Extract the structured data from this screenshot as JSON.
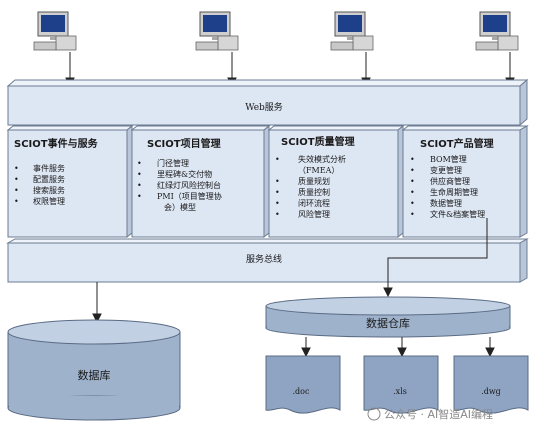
{
  "web_service_label": "Web服务",
  "service_bus_label": "服务总线",
  "modules": [
    {
      "title": "SCIOT事件与服务",
      "items": [
        "事件服务",
        "配置服务",
        "搜索服务",
        "权限管理"
      ]
    },
    {
      "title": "SCIOT项目管理",
      "items": [
        "门径管理",
        "里程碑&交付物",
        "红绿灯风险控制台",
        "PMI（项目管理协",
        "会）模型"
      ]
    },
    {
      "title": "SCIOT质量管理",
      "items": [
        "失效模式分析",
        "（FMEA）",
        "质量规划",
        "质量控制",
        "闭环流程",
        "风险管理"
      ]
    },
    {
      "title": "SCIOT产品管理",
      "items": [
        "BOM管理",
        "变更管理",
        "供应商管理",
        "生命周期管理",
        "数据管理",
        "文件&档案管理"
      ]
    }
  ],
  "database_label": "数据库",
  "warehouse_label": "数据仓库",
  "files": [
    ".doc",
    ".xls",
    ".dwg"
  ],
  "watermark": {
    "prefix": "公众号 · ",
    "name": "AI智造AI编程"
  },
  "colors": {
    "box_fill": "#dde6f3",
    "box_stroke": "#6c7c93",
    "cylinder_fill": "#9fb2cc",
    "file_fill": "#8ea4c2"
  }
}
